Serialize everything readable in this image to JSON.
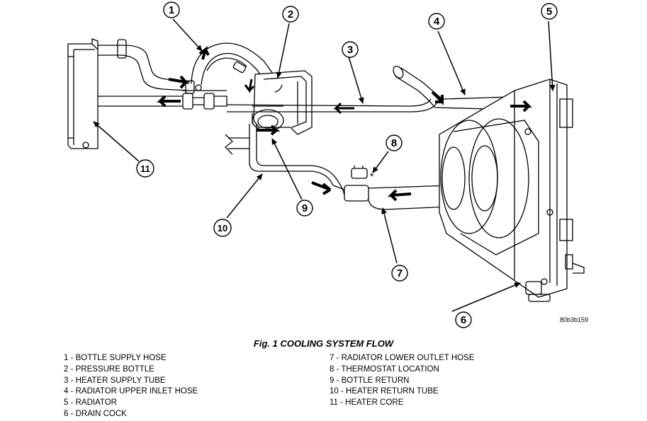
{
  "figure": {
    "caption": "Fig. 1 COOLING SYSTEM FLOW",
    "image_code": "80b3b159",
    "thermostat_marker": "*"
  },
  "callouts": [
    "1",
    "2",
    "3",
    "4",
    "5",
    "6",
    "7",
    "8",
    "9",
    "10",
    "11"
  ],
  "legend": {
    "left": [
      "1 - BOTTLE SUPPLY HOSE",
      "2 - PRESSURE BOTTLE",
      "3 - HEATER SUPPLY TUBE",
      "4 - RADIATOR UPPER INLET HOSE",
      "5 - RADIATOR",
      "6 - DRAIN COCK"
    ],
    "right": [
      "7 - RADIATOR LOWER OUTLET HOSE",
      "8 - THERMOSTAT LOCATION",
      "9 - BOTTLE RETURN",
      "10 - HEATER RETURN TUBE",
      "11 - HEATER CORE"
    ]
  },
  "colors": {
    "ink": "#000000",
    "paper": "#ffffff"
  }
}
